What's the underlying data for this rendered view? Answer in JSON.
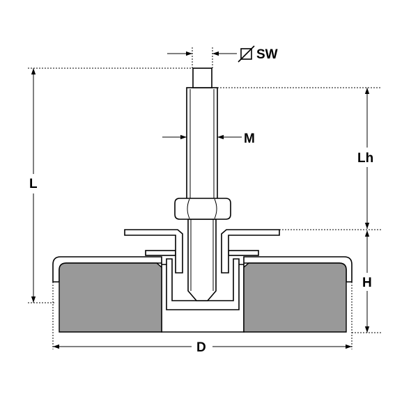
{
  "labels": {
    "sw": "SW",
    "m": "M",
    "lh": "Lh",
    "l": "L",
    "h": "H",
    "d": "D"
  },
  "colors": {
    "rubber": "#999999",
    "line": "#000000"
  }
}
